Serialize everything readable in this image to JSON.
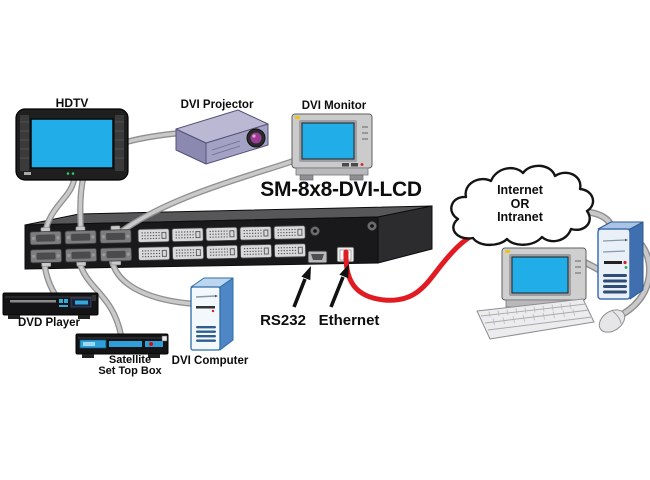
{
  "title": "SM-8x8-DVI-LCD",
  "devices": {
    "hdtv": {
      "label": "HDTV"
    },
    "projector": {
      "label": "DVI Projector"
    },
    "monitor": {
      "label": "DVI Monitor"
    },
    "dvd": {
      "label": "DVD Player"
    },
    "satellite": {
      "line1": "Satellite",
      "line2": "Set Top Box"
    },
    "computer": {
      "label": "DVI Computer"
    }
  },
  "ports": {
    "rs232": "RS232",
    "ethernet": "Ethernet"
  },
  "cloud": {
    "line1": "Internet",
    "line2": "OR",
    "line3": "Intranet"
  },
  "colors": {
    "screen_cyan": "#21AEE8",
    "cable_gray": "#C9C9C9",
    "ethernet_cable_red": "#E11B22",
    "switch_front": "#19191C",
    "tower_blue": "#4E86C6",
    "projector_purple": "#8B89AF"
  }
}
